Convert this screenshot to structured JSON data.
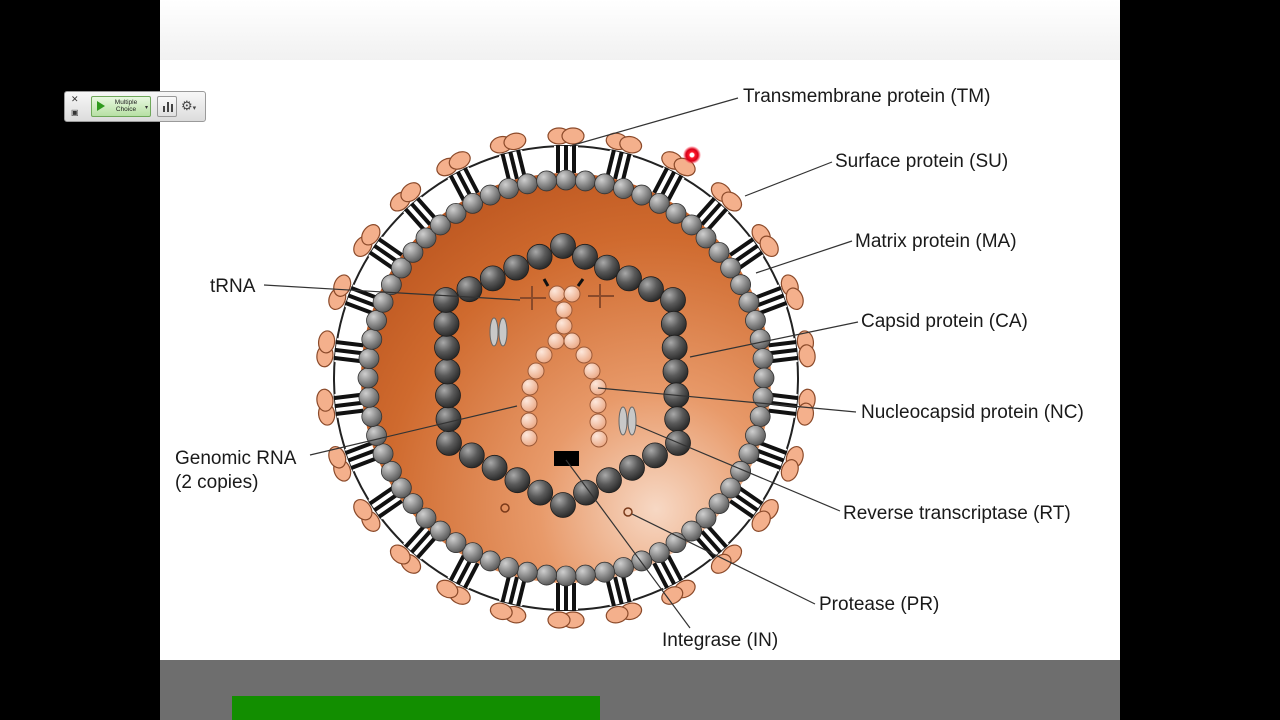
{
  "toolbar": {
    "close_glyph": "✕",
    "mode_label": "Multiple Choice",
    "gear_glyph": "⚙"
  },
  "diagram": {
    "labels": {
      "tm": "Transmembrane protein (TM)",
      "su": "Surface protein (SU)",
      "ma": "Matrix protein (MA)",
      "ca": "Capsid protein (CA)",
      "nc": "Nucleocapsid protein (NC)",
      "rt": "Reverse transcriptase (RT)",
      "pr": "Protease (PR)",
      "in": "Integrase (IN)",
      "trna": "tRNA",
      "genomic_rna": "Genomic RNA",
      "genomic_rna_copies": "(2 copies)"
    },
    "colors": {
      "capsule_inner": "#f3c9b0",
      "capsule_outer": "#c65a21",
      "sphere": "#3a3a3a",
      "nucleocapsid": "#f2b896",
      "accent_green": "#128e00"
    }
  }
}
